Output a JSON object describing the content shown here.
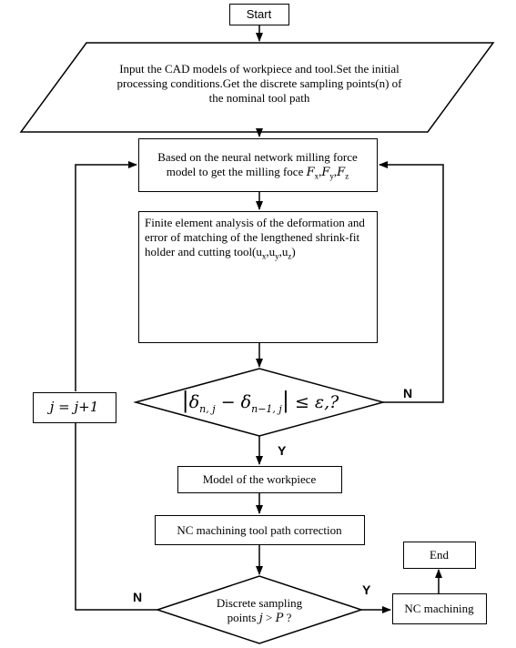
{
  "nodes": {
    "start": "Start",
    "input_line1": "Input the CAD models of workpiece and tool.Set the initial",
    "input_line2": "processing conditions.Get the discrete  sampling points(n) of",
    "input_line3": "the nominal tool path",
    "force_line1": "Based on the neural network milling force",
    "force_line2": "model to get the milling foce",
    "fea_line1": "Finite element analysis of the deformation and",
    "fea_line2": "error of matching of the lengthened shrink-fit",
    "fea_line3": "holder and cutting tool(u",
    "workpiece_model": "Model of the workpiece",
    "path_correction": "NC machining tool path correction",
    "discrete_line1": "Discrete sampling",
    "discrete_line2": "points",
    "nc_machining": "NC machining",
    "end": "End"
  },
  "math": {
    "force_vars": "F",
    "sub_x": "x",
    "sub_y": "y",
    "sub_z": "z",
    "counter": "j = j+1",
    "condition_j": "j",
    "condition_gt": " > ",
    "condition_P": "P",
    "condition_q": " ?"
  },
  "edges": {
    "yes": "Y",
    "no": "N"
  },
  "icons": {
    "tool_image": "lengthened-shrink-fit-tool-render"
  },
  "colors": {
    "line": "#000000",
    "fill": "#ffffff"
  }
}
